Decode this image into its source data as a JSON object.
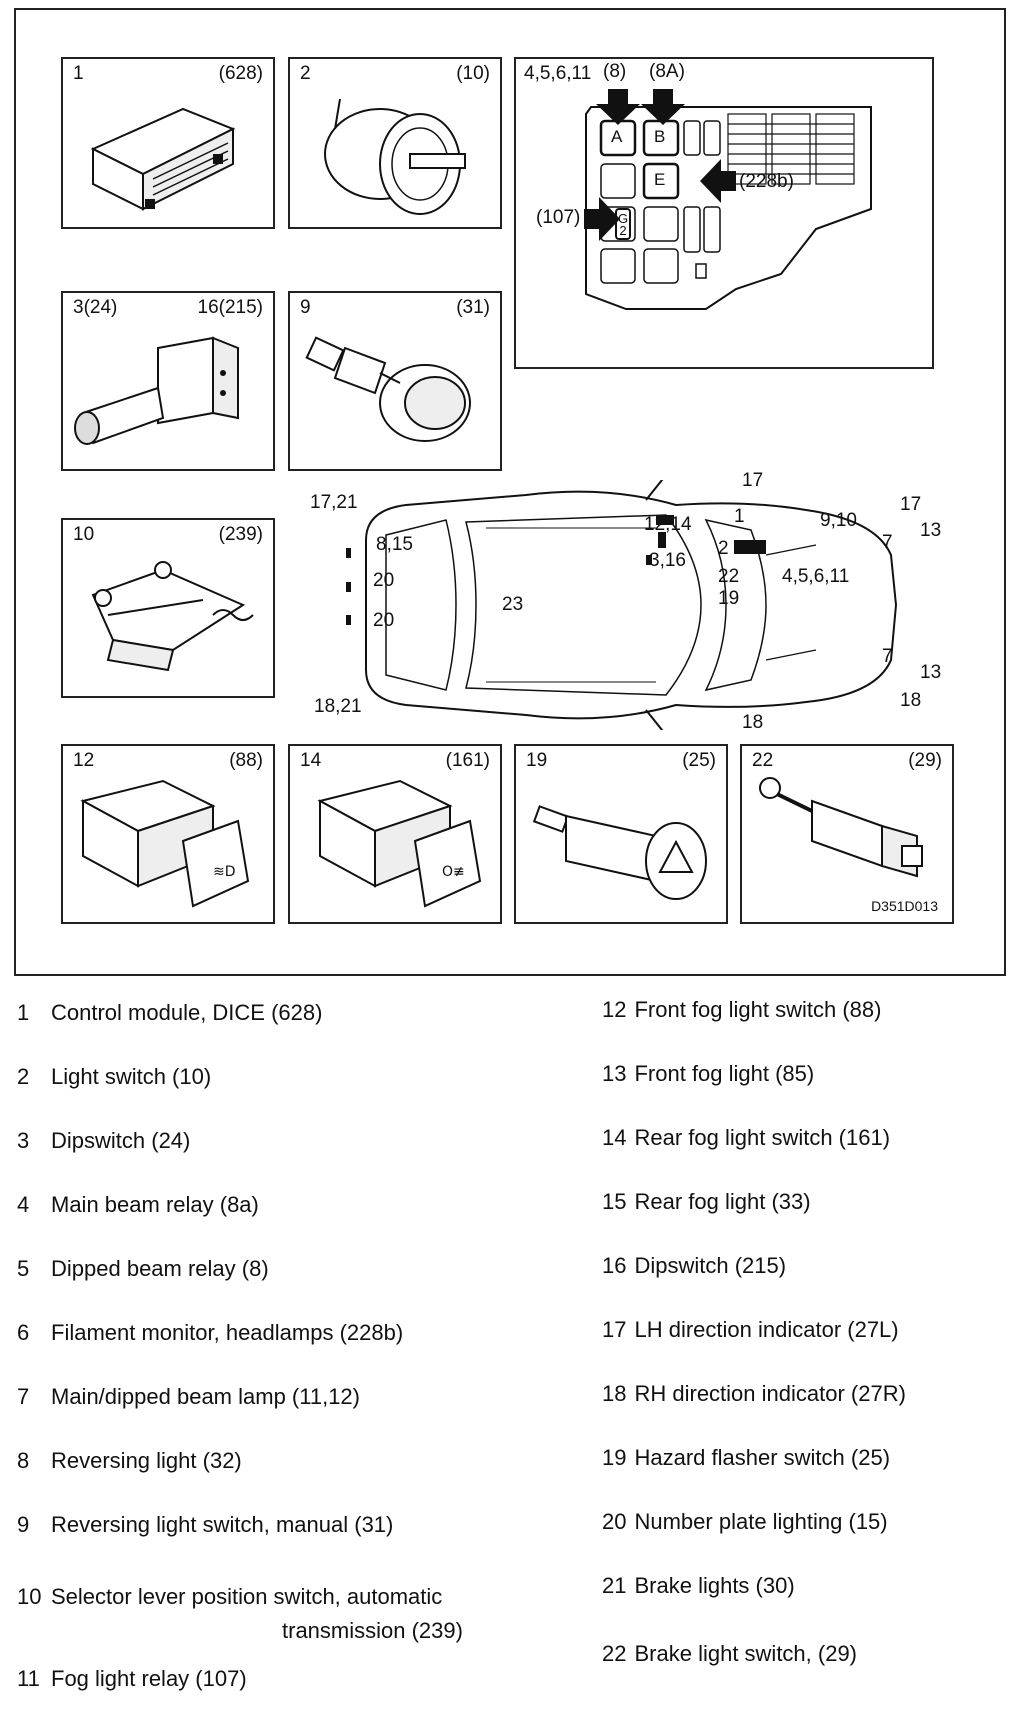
{
  "panels": {
    "p1": {
      "num": "1",
      "ref": "(628)"
    },
    "p2": {
      "num": "2",
      "ref": "(10)"
    },
    "p3": {
      "num": "3(24)",
      "ref": "16(215)"
    },
    "p9": {
      "num": "9",
      "ref": "(31)"
    },
    "p10": {
      "num": "10",
      "ref": "(239)"
    },
    "p12": {
      "num": "12",
      "ref": "(88)"
    },
    "p14": {
      "num": "14",
      "ref": "(161)"
    },
    "p19": {
      "num": "19",
      "ref": "(25)"
    },
    "p22": {
      "num": "22",
      "ref": "(29)"
    },
    "fusebox": {
      "numbers": "4,5,6,11",
      "arrow_8": "(8)",
      "arrow_8a": "(8A)",
      "relay_a": "A",
      "relay_b": "B",
      "relay_e": "E",
      "relay_g2": "G 2",
      "arrow_228b": "(228b)",
      "arrow_107": "(107)"
    }
  },
  "diagram_code": "D351D013",
  "car_labels": {
    "l17_21": "17,21",
    "l8_15": "8,15",
    "l20a": "20",
    "l20b": "20",
    "l23": "23",
    "l18_21": "18,21",
    "l17_top": "17",
    "l12_14": "12,14",
    "l1": "1",
    "l2": "2",
    "l3_16": "3,16",
    "l22": "22",
    "l19": "19",
    "l9_10": "9,10",
    "l17_right": "17",
    "l13_top": "13",
    "l7_top": "7",
    "l4_5_6_11": "4,5,6,11",
    "l7_bottom": "7",
    "l13_bottom": "13",
    "l18_right": "18",
    "l18_bottom": "18"
  },
  "legend_left": [
    {
      "num": "1",
      "text": "Control module, DICE (628)"
    },
    {
      "num": "2",
      "text": "Light switch (10)"
    },
    {
      "num": "3",
      "text": "Dipswitch (24)"
    },
    {
      "num": "4",
      "text": "Main beam relay (8a)"
    },
    {
      "num": "5",
      "text": "Dipped beam relay (8)"
    },
    {
      "num": "6",
      "text": "Filament monitor, headlamps (228b)"
    },
    {
      "num": "7",
      "text": "Main/dipped beam lamp (11,12)"
    },
    {
      "num": "8",
      "text": "Reversing light (32)"
    },
    {
      "num": "9",
      "text": "Reversing light switch, manual (31)"
    },
    {
      "num": "10",
      "text": "Selector lever position switch, automatic"
    },
    {
      "num": "11",
      "text": "Fog light relay (107)"
    }
  ],
  "legend_left_cont": "transmission (239)",
  "legend_right": [
    {
      "num": "12",
      "text": "Front fog light switch (88)"
    },
    {
      "num": "13",
      "text": "Front fog light (85)"
    },
    {
      "num": "14",
      "text": "Rear fog light switch (161)"
    },
    {
      "num": "15",
      "text": "Rear fog light (33)"
    },
    {
      "num": "16",
      "text": "Dipswitch (215)"
    },
    {
      "num": "17",
      "text": "LH direction indicator (27L)"
    },
    {
      "num": "18",
      "text": "RH direction indicator (27R)"
    },
    {
      "num": "19",
      "text": "Hazard flasher switch (25)"
    },
    {
      "num": "20",
      "text": "Number plate lighting (15)"
    },
    {
      "num": "21",
      "text": "Brake lights (30)"
    },
    {
      "num": "22",
      "text": "Brake light switch, (29)"
    }
  ]
}
